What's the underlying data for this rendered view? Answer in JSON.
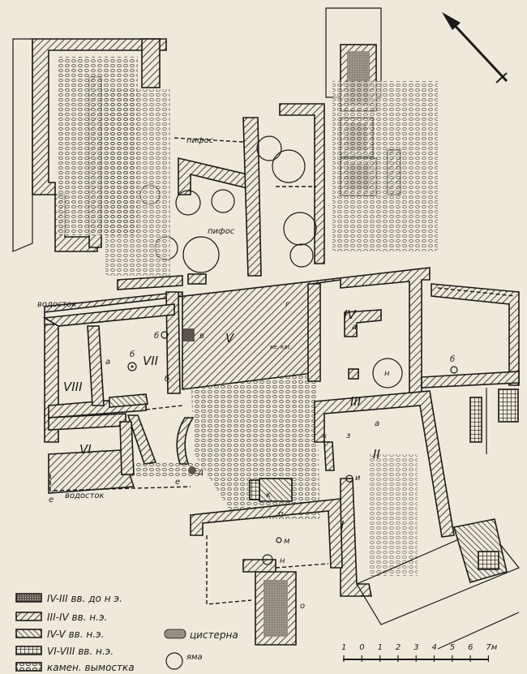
{
  "colors": {
    "paper": "#efe9dc",
    "ink": "#1c1a18"
  },
  "labels": {
    "pithos_1": "пифос",
    "pithos_2": "пифос",
    "drain_1": "водосток",
    "drain_2": "водосток",
    "drain_2_letter": "е",
    "kekas": "ке. кас"
  },
  "rooms": [
    "I",
    "II",
    "III",
    "IV",
    "V",
    "VI",
    "VII",
    "VIII"
  ],
  "letters": {
    "a_vii": "а",
    "b_vii": "б",
    "b2_vii": "б",
    "b3_vii": "б",
    "v_v": "в",
    "g_v": "г",
    "a_iv": "а",
    "n_iii": "н",
    "b_east": "б",
    "a_ii": "а",
    "zh": "ж",
    "z": "з",
    "i": "и",
    "k": "к",
    "d": "д",
    "e": "е",
    "p": "п",
    "m": "м",
    "n_i": "н",
    "o": "о"
  },
  "legend": [
    {
      "pattern": "dots",
      "label": "IV-III вв. до н э."
    },
    {
      "pattern": "hatch",
      "label": "III-IV вв. н.э."
    },
    {
      "pattern": "backhatch",
      "label": "IV-V вв. н.э."
    },
    {
      "pattern": "grid",
      "label": "VI-VIII вв. н.э."
    },
    {
      "pattern": "stones",
      "label": "камен. вымостка"
    }
  ],
  "legend_symbols": [
    {
      "symbol": "cistern",
      "label": "цистерна"
    },
    {
      "symbol": "pit",
      "label": "яма"
    }
  ],
  "scale": {
    "ticks": [
      "1",
      "0",
      "1",
      "2",
      "3",
      "4",
      "5",
      "6",
      "7м"
    ]
  },
  "north_arrow": "north-arrow-icon"
}
